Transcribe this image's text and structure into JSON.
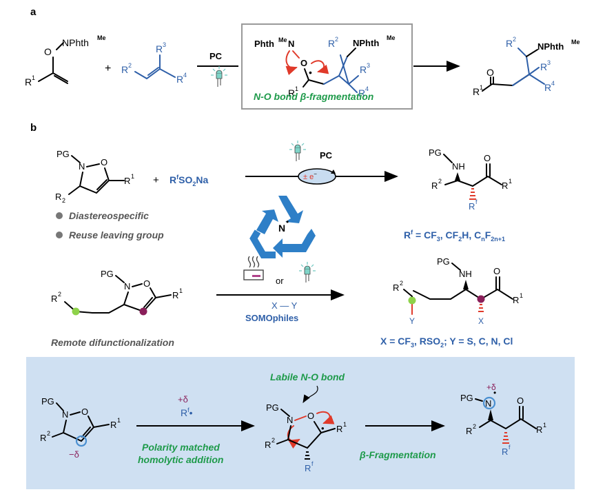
{
  "panels": {
    "a": "a",
    "b": "b"
  },
  "panel_a": {
    "reactant1": {
      "r1": "R",
      "r1_sup": "1",
      "o": "O",
      "nphth": "NPhth",
      "nphth_sup": "Me"
    },
    "plus": "+",
    "reactant2": {
      "r2": "R",
      "r2_sup": "2",
      "r3": "R",
      "r3_sup": "3",
      "r4": "R",
      "r4_sup": "4"
    },
    "arrow_label": "PC",
    "intermediate": {
      "phth": "Phth",
      "phth_sup": "Me",
      "n": "N",
      "o": "O",
      "r1": "R",
      "r1_sup": "1",
      "r2": "R",
      "r2_sup": "2",
      "r3": "R",
      "r3_sup": "3",
      "r4": "R",
      "r4_sup": "4",
      "nphth": "NPhth",
      "nphth_sup": "Me",
      "caption_1": "N-O bond ",
      "caption_beta": "β",
      "caption_2": "-fragmentation"
    },
    "product": {
      "o": "O",
      "r1": "R",
      "r1_sup": "1",
      "r2": "R",
      "r2_sup": "2",
      "r3": "R",
      "r3_sup": "3",
      "r4": "R",
      "r4_sup": "4",
      "nphth": "NPhth",
      "nphth_sup": "Me"
    }
  },
  "panel_b_top": {
    "substrate": {
      "pg": "PG",
      "n": "N",
      "o": "O",
      "r1": "R",
      "r1_sup": "1",
      "r2": "R",
      "r2_sub": "2"
    },
    "plus": "+",
    "reagent": {
      "r": "R",
      "r_sup": "f",
      "rest": "SO",
      "sub": "2",
      "na": "Na"
    },
    "arrow_label": "PC",
    "cycle_label": "± e",
    "cycle_sup": "−",
    "product": {
      "pg": "PG",
      "nh": "NH",
      "o": "O",
      "r2": "R",
      "r2_sup": "2",
      "r1": "R",
      "r1_sup": "1",
      "rf": "R",
      "rf_sup": "f"
    },
    "bullets": [
      "Diastereospecific",
      "Reuse leaving group"
    ],
    "rf_scope": {
      "r": "R",
      "sup": "f",
      "text1": " = CF",
      "s1": "3",
      "text2": ", CF",
      "s2": "2",
      "text3": "H, C",
      "s3": "n",
      "text4": "F",
      "s4": "2n+1"
    },
    "recycle_label": "N"
  },
  "panel_b_mid": {
    "substrate": {
      "pg": "PG",
      "n": "N",
      "o": "O",
      "r1": "R",
      "r1_sup": "1",
      "r2": "R",
      "r2_sup": "2"
    },
    "arrow_or": "or",
    "arrow_xy": "X — Y",
    "arrow_somo": "SOMOphiles",
    "caption": "Remote difunctionalization",
    "product": {
      "pg": "PG",
      "nh": "NH",
      "o": "O",
      "r2": "R",
      "r2_sup": "2",
      "r1": "R",
      "r1_sup": "1",
      "y": "Y",
      "x": "X"
    },
    "scope": {
      "t1": "X = CF",
      "s1": "3",
      "t2": ", RSO",
      "s2": "2",
      "t3": "; Y = S, C, N, Cl"
    }
  },
  "panel_b_bottom": {
    "substrate": {
      "pg": "PG",
      "n": "N",
      "o": "O",
      "r1": "R",
      "r1_sup": "1",
      "r2": "R",
      "r2_sup": "2",
      "delta": "−δ"
    },
    "radical": {
      "delta": "+δ",
      "r": "R",
      "sup": "f",
      "dot": "•"
    },
    "arrow1_caption_1": "Polarity matched",
    "arrow1_caption_2": "homolytic addition",
    "labile": "Labile N-O bond",
    "intermediate": {
      "pg": "PG",
      "n": "N",
      "o": "O",
      "r1": "R",
      "r1_sup": "1",
      "r2": "R",
      "r2_sup": "2",
      "rf": "R",
      "rf_sup": "f"
    },
    "arrow2_beta": "β",
    "arrow2_rest": "-Fragmentation",
    "product": {
      "pg": "PG",
      "n": "N",
      "delta": "+δ",
      "o": "O",
      "r2": "R",
      "r2_sup": "2",
      "r1": "R",
      "r1_sup": "1",
      "rf": "R",
      "rf_sup": "f"
    }
  },
  "colors": {
    "blue": "#2e5fa8",
    "green": "#1e9a4a",
    "red": "#e03a2a",
    "maroon": "#8a1f5a",
    "panel_bg": "#cfe0f2",
    "cycle_blue": "#2e7fc7"
  },
  "icons": [
    "led-lamp-icon",
    "heating-plate-icon",
    "recycle-triangle-icon",
    "electron-cycle-icon"
  ]
}
